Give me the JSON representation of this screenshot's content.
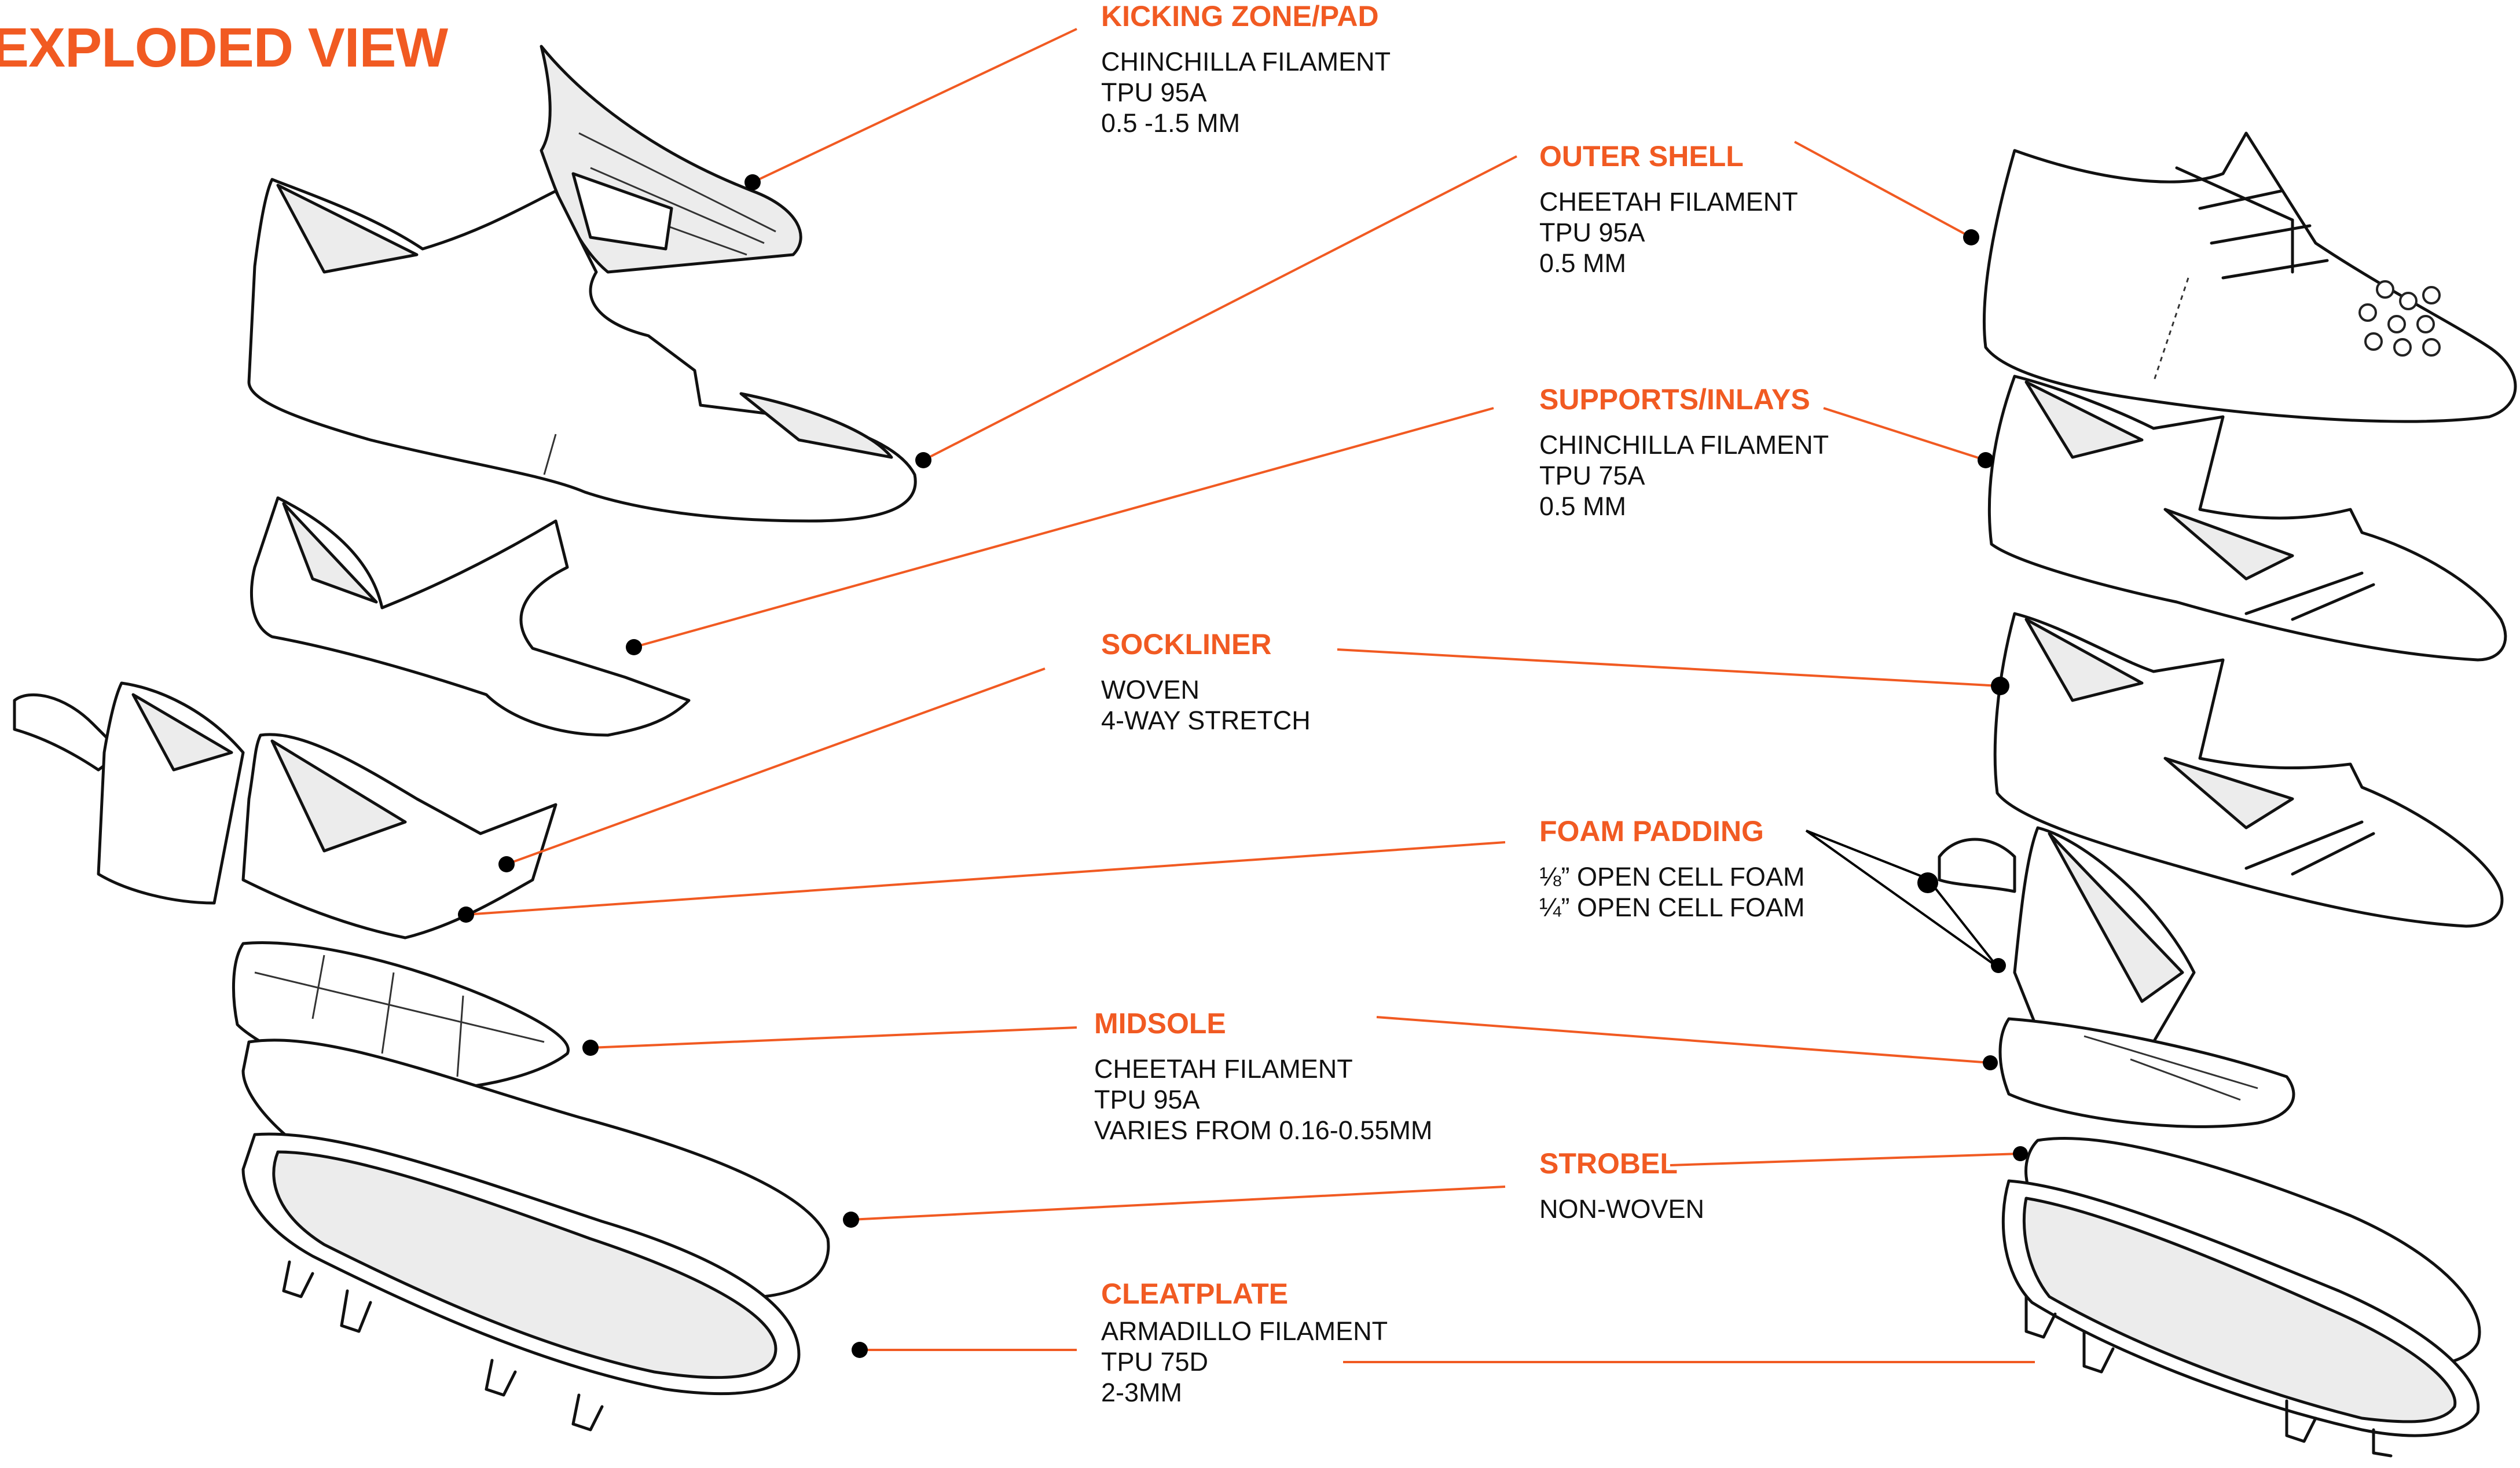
{
  "title": "EXPLODED VIEW",
  "accent_color": "#f15a22",
  "labels": [
    {
      "heading": "KICKING ZONE/PAD",
      "lines": [
        "CHINCHILLA FILAMENT",
        "TPU 95A",
        "0.5 -1.5 MM"
      ]
    },
    {
      "heading": "OUTER SHELL",
      "lines": [
        "CHEETAH FILAMENT",
        "TPU 95A",
        "0.5 MM"
      ]
    },
    {
      "heading": "SUPPORTS/INLAYS",
      "lines": [
        "CHINCHILLA FILAMENT",
        "TPU 75A",
        "0.5 MM"
      ]
    },
    {
      "heading": "SOCKLINER",
      "lines": [
        "WOVEN",
        "4-WAY STRETCH"
      ]
    },
    {
      "heading": "FOAM PADDING",
      "lines": [
        "⅛” OPEN CELL FOAM",
        "¼” OPEN CELL FOAM"
      ]
    },
    {
      "heading": "MIDSOLE",
      "lines": [
        "CHEETAH FILAMENT",
        "TPU 95A",
        "VARIES FROM 0.16-0.55MM"
      ]
    },
    {
      "heading": "STROBEL",
      "lines": [
        "NON-WOVEN"
      ]
    },
    {
      "heading": "CLEATPLATE",
      "lines": [
        "ARMADILLO FILAMENT",
        "TPU 75D",
        "2-3MM"
      ]
    }
  ]
}
